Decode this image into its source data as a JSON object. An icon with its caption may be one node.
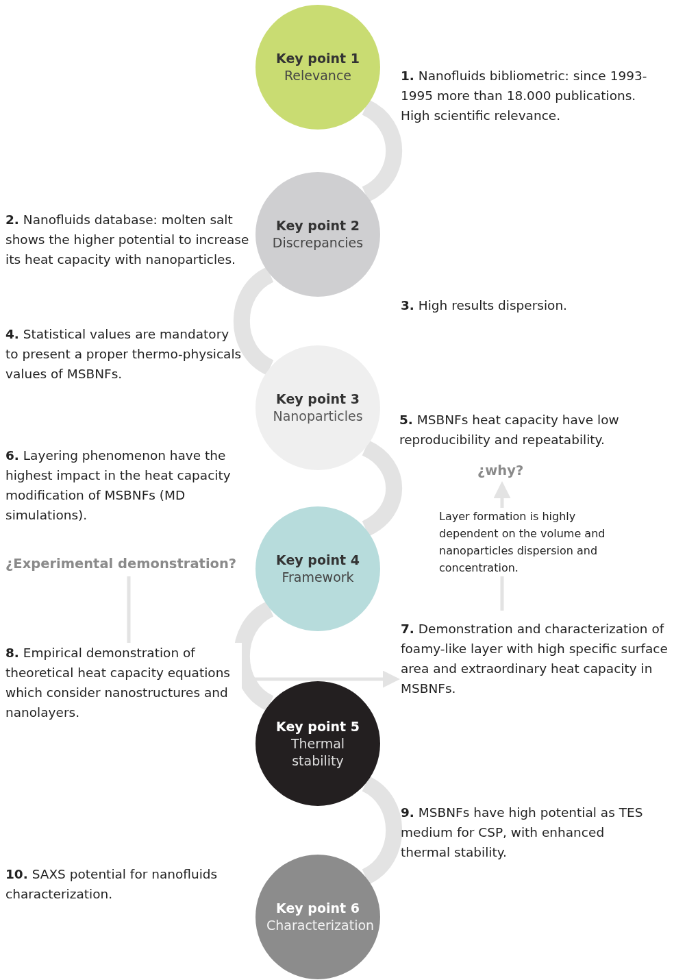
{
  "diagram": {
    "nodes": [
      {
        "text": [
          "Key point 1",
          "Relevance"
        ]
      },
      {
        "text": [
          "Key point 2",
          "Discrepancies"
        ]
      },
      {
        "text": [
          "Key point 3",
          "Nanoparticles"
        ]
      },
      {
        "text": [
          "Key point 4",
          "Framework"
        ]
      },
      {
        "text": [
          "Key point 5",
          "Thermal stability"
        ]
      },
      {
        "text": [
          "Key point 6",
          "Characterization"
        ]
      },
      {
        "text": [
          "¿Experimental demonstration?"
        ]
      },
      {
        "text": [
          "**7.** Demonstration and characterization of foamy-like layer with high specific surface area and extraordinary heat capacity in MSBNFs."
        ]
      },
      {
        "text": [
          "¿why?"
        ]
      }
    ],
    "edges": [
      {
        "from": 0,
        "to": 1,
        "arrow": "none"
      },
      {
        "from": 1,
        "to": 2,
        "arrow": "none"
      },
      {
        "from": 2,
        "to": 3,
        "arrow": "none"
      },
      {
        "from": 3,
        "to": 4,
        "arrow": "none"
      },
      {
        "from": 4,
        "to": 5,
        "arrow": "none"
      },
      {
        "from": 6,
        "to": 7,
        "arrow": "to"
      },
      {
        "from": 7,
        "to": 8,
        "arrow": "to"
      }
    ],
    "labels": [
      "**1.** Nanofluids bibliometric: since 1993-1995 more than 18.000 publications. High scientific relevance.",
      "**2.** Nanofluids database: molten salt shows the higher potential to increase its heat capacity with nanoparticles.",
      "**3.** High results dispersion.",
      "**4.** Statistical values are mandatory to present a proper thermo-physicals values of MSBNFs.",
      "**5.** MSBNFs  heat capacity have low reproducibility and repeatability.",
      "**6.** Layering phenomenon have the highest impact in the heat capacity modification of MSBNFs (MD simulations).",
      "Layer formation is highly dependent on the volume and nanoparticles dispersion and concentration.",
      "**8.** Empirical demonstration of theoretical heat capacity equations which consider nanostructures and nanolayers.",
      "**9.** MSBNFs have high potential as TES medium for CSP, with enhanced thermal stability.",
      "**10.** SAXS potential for nanofluids characterization."
    ]
  }
}
